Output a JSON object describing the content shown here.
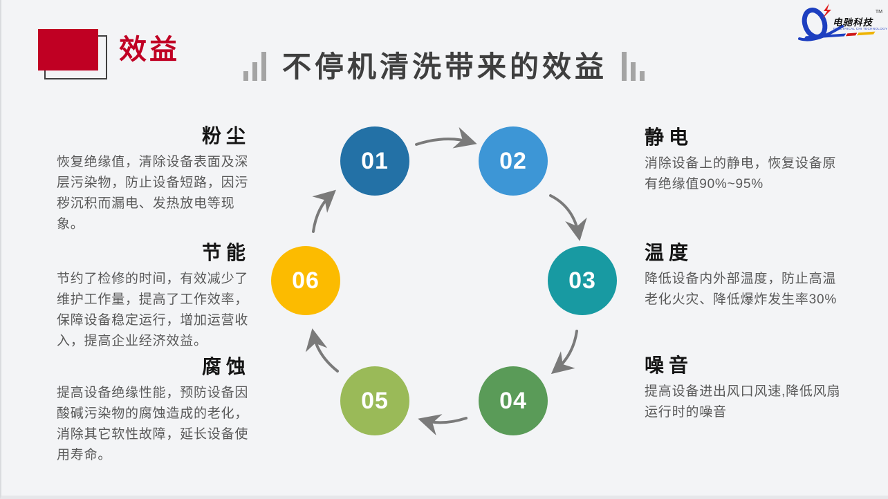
{
  "slide": {
    "badge_label": "效益",
    "title": "不停机清洗带来的效益"
  },
  "logo": {
    "name": "电驰科技",
    "tm": "TM",
    "subtitle": "ELECTRICAL CHI TECHNOLOGY"
  },
  "sections": {
    "left": [
      {
        "title": "粉尘",
        "body": "恢复绝缘值，清除设备表面及深层污染物，防止设备短路，因污秽沉积而漏电、发热放电等现象。"
      },
      {
        "title": "节能",
        "body": "节约了检修的时间，有效减少了维护工作量，提高了工作效率，保障设备稳定运行，增加运营收入，提高企业经济效益。"
      },
      {
        "title": "腐蚀",
        "body": "提高设备绝缘性能，预防设备因酸碱污染物的腐蚀造成的老化，消除其它软性故障，延长设备使用寿命。"
      }
    ],
    "right": [
      {
        "title": "静电",
        "body": "消除设备上的静电，恢复设备原有绝缘值90%~95%"
      },
      {
        "title": "温度",
        "body": "降低设备内外部温度，防止高温老化火灾、降低爆炸发生率30%"
      },
      {
        "title": "噪音",
        "body": "提高设备进出风口风速,降低风扇运行时的噪音"
      }
    ]
  },
  "cycle": {
    "steps": [
      {
        "number": "01",
        "color": "#2371a6"
      },
      {
        "number": "02",
        "color": "#3d96d6"
      },
      {
        "number": "03",
        "color": "#189aa2"
      },
      {
        "number": "04",
        "color": "#5a9b58"
      },
      {
        "number": "05",
        "color": "#9aba58"
      },
      {
        "number": "06",
        "color": "#fcbb00"
      }
    ],
    "arrow_color": "#7a7a7a"
  },
  "colors": {
    "accent_red": "#c00023",
    "title_gray": "#3f3f3f",
    "heading_black": "#141414",
    "body_gray": "#595959",
    "background": "#f3f4f6"
  }
}
